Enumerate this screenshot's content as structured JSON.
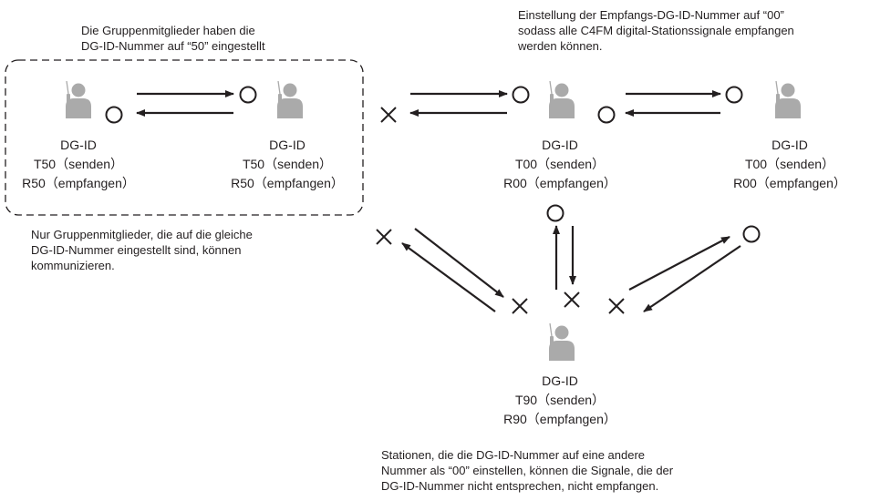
{
  "notes": {
    "group_top": [
      "Die Gruppenmitglieder haben die",
      "DG-ID-Nummer auf “50” eingestellt"
    ],
    "receive_00": [
      "Einstellung der Empfangs-DG-ID-Nummer auf “00”",
      "sodass alle C4FM digital-Stationssignale empfangen",
      "werden können."
    ],
    "group_bottom": [
      "Nur Gruppenmitglieder, die auf die gleiche",
      "DG-ID-Nummer eingestellt sind, können",
      "kommunizieren."
    ],
    "other_number": [
      "Stationen, die die DG-ID-Nummer auf eine andere",
      "Nummer als “00” einstellen, können die Signale, die der",
      "DG-ID-Nummer nicht entsprechen, nicht empfangen."
    ]
  },
  "stations": [
    {
      "id": "s1",
      "title": "DG-ID",
      "tx": "T50（senden）",
      "rx": "R50（empfangen）"
    },
    {
      "id": "s2",
      "title": "DG-ID",
      "tx": "T50（senden）",
      "rx": "R50（empfangen）"
    },
    {
      "id": "s3",
      "title": "DG-ID",
      "tx": "T00（senden）",
      "rx": "R00（empfangen）"
    },
    {
      "id": "s4",
      "title": "DG-ID",
      "tx": "T00（senden）",
      "rx": "R00（empfangen）"
    },
    {
      "id": "s5",
      "title": "DG-ID",
      "tx": "T90（senden）",
      "rx": "R90（empfangen）"
    }
  ],
  "icons": {
    "station": "person-with-radio-icon",
    "received": "circle-icon",
    "not_received": "cross-icon"
  },
  "colors": {
    "figure": "#aaaaaa",
    "ink": "#231f20"
  }
}
